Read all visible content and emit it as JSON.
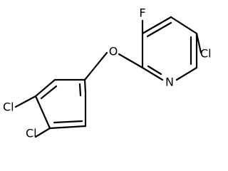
{
  "molecule": {
    "atoms": {
      "fluorine": "F",
      "ether_oxygen": "O",
      "pyridine_nitrogen": "N",
      "pyridine_chlorine": "Cl",
      "ring_chlorine_3": "Cl",
      "ring_chlorine_4": "Cl"
    },
    "colors": {
      "bond": "#000000",
      "label": "#000000",
      "background": "#ffffff"
    }
  }
}
